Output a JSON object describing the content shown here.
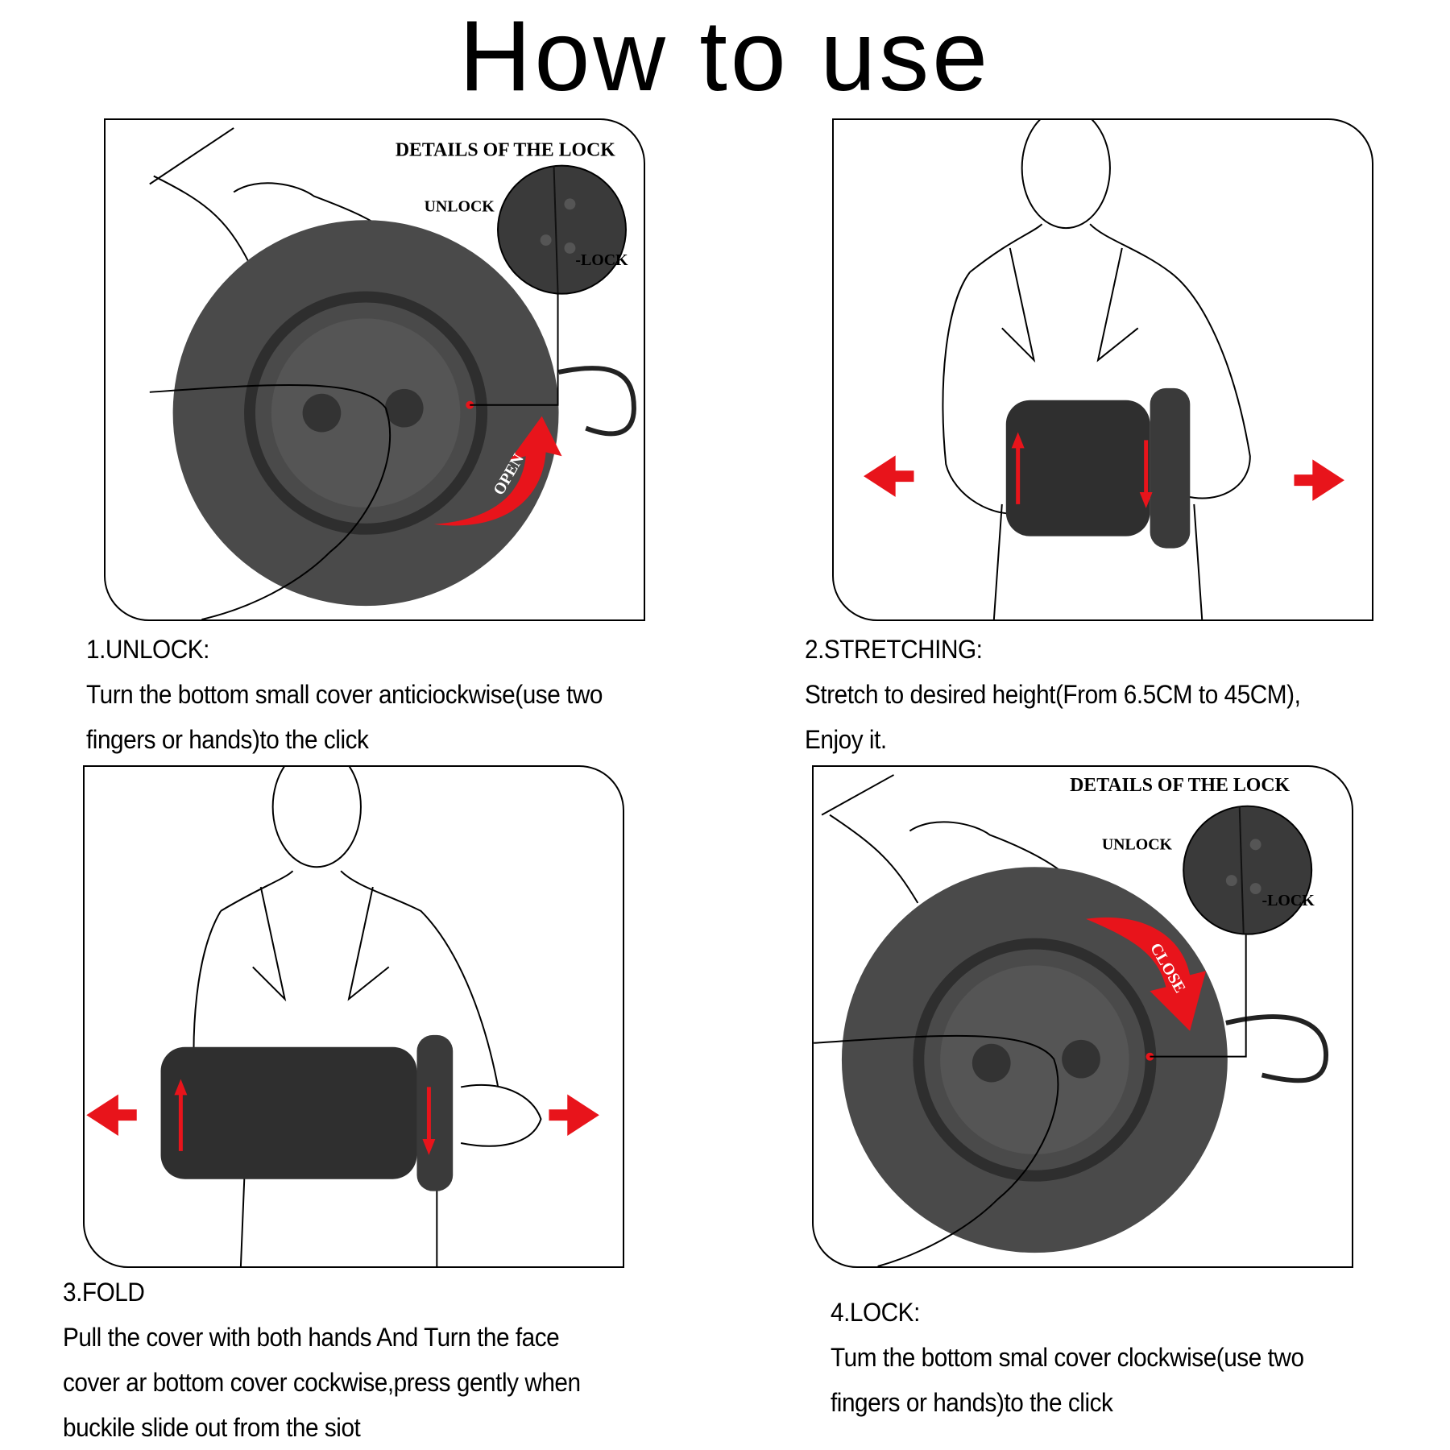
{
  "title": "How to use",
  "panels": [
    {
      "heading": "1.UNLOCK:",
      "lines": [
        "Turn the bottom small cover anticiockwise(use two",
        "fingers or hands)to the click"
      ],
      "details_label": "DETAILS OF THE LOCK",
      "unlock_label": "UNLOCK",
      "lock_label": "-LOCK",
      "arrow_label": "OPEN"
    },
    {
      "heading": "2.STRETCHING:",
      "lines": [
        "Stretch to desired height(From 6.5CM to 45CM),",
        "Enjoy it."
      ]
    },
    {
      "heading": "3.FOLD",
      "lines": [
        "Pull the cover with both hands And Turn the face",
        "cover ar bottom cover cockwise,press gently when",
        "buckile slide out from the siot"
      ]
    },
    {
      "heading": "4.LOCK:",
      "lines": [
        "Tum the bottom smal cover clockwise(use two",
        "fingers or hands)to the click"
      ],
      "details_label": "DETAILS OF THE LOCK",
      "unlock_label": "UNLOCK",
      "lock_label": "-LOCK",
      "arrow_label": "CLOSE"
    }
  ],
  "colors": {
    "accent": "#e8141b",
    "product": "#4a4a4a"
  }
}
